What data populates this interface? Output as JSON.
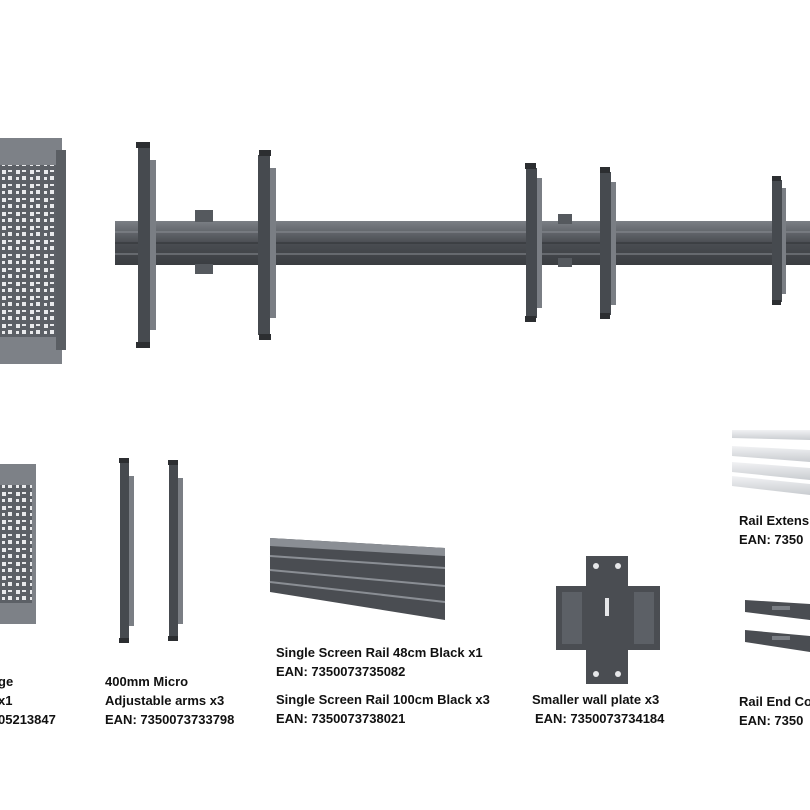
{
  "products": {
    "cage": {
      "name_line1": "ge",
      "name_line2": "x1",
      "ean": "05213847"
    },
    "arms": {
      "name_line1": "400mm Micro",
      "name_line2": "Adjustable arms x3",
      "ean": "EAN: 7350073733798"
    },
    "rail48": {
      "name": "Single Screen Rail 48cm Black x1",
      "ean": "EAN: 7350073735082"
    },
    "rail100": {
      "name": "Single Screen Rail 100cm Black x3",
      "ean": "EAN: 7350073738021"
    },
    "wallplate": {
      "name": "Smaller wall plate x3",
      "ean": "EAN: 7350073734184"
    },
    "extension": {
      "name": "Rail Extens",
      "ean": "EAN: 7350"
    },
    "endcap": {
      "name": "Rail End Co",
      "ean": "EAN: 7350"
    }
  },
  "colors": {
    "metal_dark": "#4a4d52",
    "metal_mid": "#6a6e74",
    "metal_light": "#9ea2a8",
    "aluminium": "#dfe2e6",
    "text": "#111111"
  }
}
